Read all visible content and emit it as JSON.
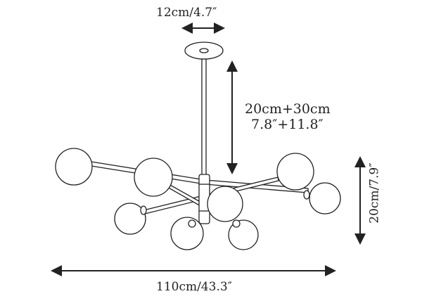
{
  "dimensions": {
    "canopy_width": "12cm/4.7″",
    "rod_length_metric": "20cm+30cm",
    "rod_length_imperial": "7.8″+11.8″",
    "body_height": "20cm/7.9″",
    "total_width": "110cm/43.3″"
  },
  "colors": {
    "line": "#222222",
    "background": "#ffffff"
  }
}
